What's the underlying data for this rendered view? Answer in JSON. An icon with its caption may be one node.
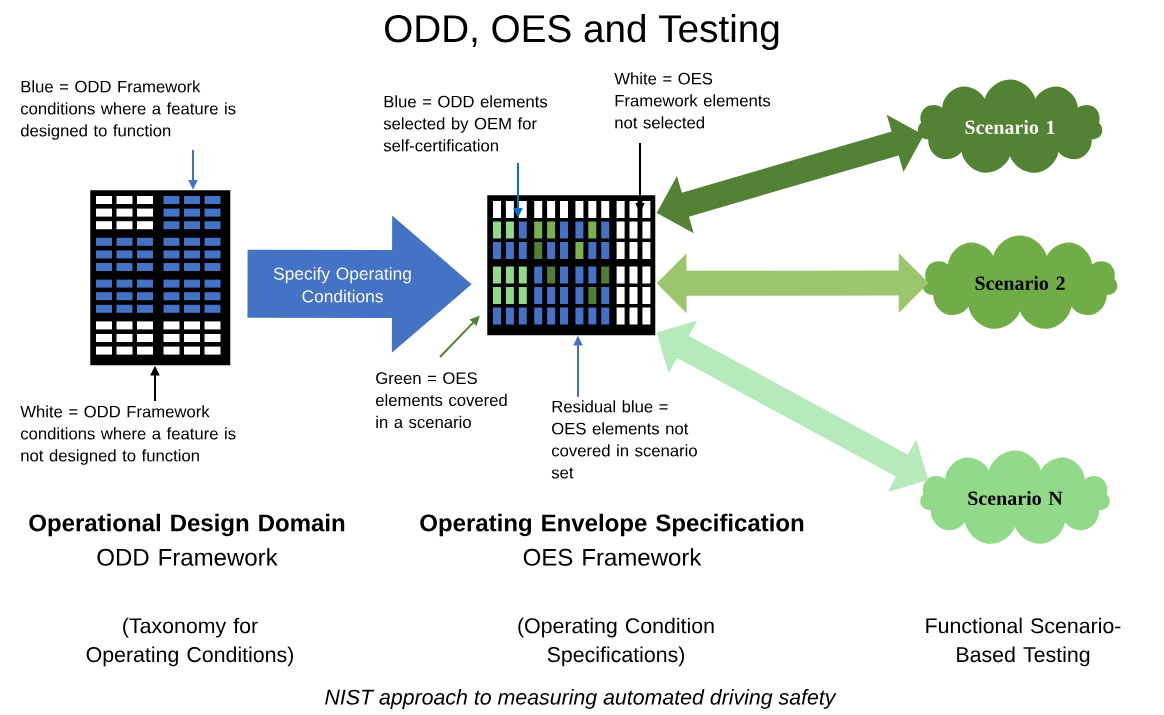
{
  "diagram": {
    "title": "ODD, OES and Testing",
    "caption": "NIST approach to measuring automated driving safety",
    "nodes": [
      {
        "text": [],
        "shape": "grid"
      },
      {
        "text": [],
        "shape": "grid"
      },
      {
        "text": [
          "Scenario 1"
        ]
      },
      {
        "text": [
          "Scenario 2"
        ]
      },
      {
        "text": [
          "Scenario N"
        ]
      },
      {
        "text": [
          "Blue = ODD Framework conditions where a feature is designed to function"
        ]
      },
      {
        "text": [
          "White = ODD Framework conditions where a feature is not designed to function"
        ]
      },
      {
        "text": [
          "Blue = ODD elements selected by OEM for self-certification"
        ]
      },
      {
        "text": [
          "White = OES Framework elements not selected"
        ]
      },
      {
        "text": [
          "Green = OES elements covered in a scenario"
        ]
      },
      {
        "text": [
          "Residual blue = OES elements not covered in scenario set"
        ]
      }
    ],
    "edges": [
      {
        "from": 0,
        "to": 1,
        "arrow": "to",
        "label": "Specify Operating Conditions",
        "style": "thick",
        "color": "#4472c4"
      },
      {
        "from": 1,
        "to": 2,
        "arrow": "both",
        "style": "thick",
        "color": "#548235"
      },
      {
        "from": 1,
        "to": 3,
        "arrow": "both",
        "style": "thick",
        "color": "#9bc66e"
      },
      {
        "from": 1,
        "to": 4,
        "arrow": "both",
        "style": "thick",
        "color": "#b5eabb"
      },
      {
        "from": 5,
        "to": 0,
        "arrow": "to",
        "color": "#4472c4"
      },
      {
        "from": 6,
        "to": 0,
        "arrow": "to",
        "color": "#000000"
      },
      {
        "from": 7,
        "to": 1,
        "arrow": "to",
        "color": "#0070c0"
      },
      {
        "from": 8,
        "to": 1,
        "arrow": "to",
        "color": "#000000"
      },
      {
        "from": 9,
        "to": 1,
        "arrow": "to",
        "color": "#548235"
      },
      {
        "from": 10,
        "to": 1,
        "arrow": "to",
        "color": "#4472c4"
      }
    ],
    "labels": [
      "Operational Design Domain",
      "ODD Framework",
      "(Taxonomy for Operating Conditions)",
      "Operating Envelope Specification",
      "OES Framework",
      "(Operating Condition Specifications)",
      "Functional Scenario-Based Testing"
    ]
  }
}
